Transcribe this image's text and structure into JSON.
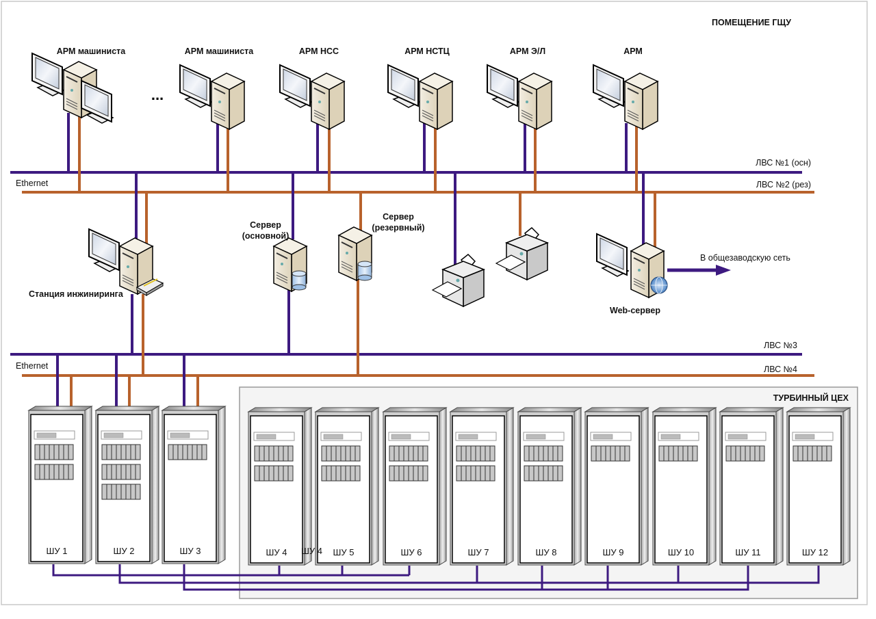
{
  "colors": {
    "lan_primary": "#3d1a80",
    "lan_reserve": "#b8622c",
    "zone_fill": "#f4f4f4"
  },
  "zones": {
    "control_room": "ПОМЕЩЕНИЕ ГЩУ",
    "turbine_hall": "ТУРБИННЫЙ ЦЕХ"
  },
  "workstations": [
    {
      "label": "АРМ машиниста"
    },
    {
      "label": "АРМ машиниста"
    },
    {
      "label": "АРМ НСС"
    },
    {
      "label": "АРМ НСТЦ"
    },
    {
      "label": "АРМ Э/Л"
    },
    {
      "label": "АРМ"
    }
  ],
  "ellipsis": "...",
  "networks": {
    "ethernet_top": "Ethernet",
    "ethernet_bottom": "Ethernet",
    "lan1": "ЛВС №1 (осн)",
    "lan2": "ЛВС №2 (рез)",
    "lan3": "ЛВС №3",
    "lan4": "ЛВС №4"
  },
  "servers": {
    "main_line1": "Сервер",
    "main_line2": "(основной)",
    "reserve_line1": "Сервер",
    "reserve_line2": "(резервный)",
    "engineering": "Станция инжиниринга",
    "web": "Web-сервер",
    "external": "В общезаводскую сеть"
  },
  "cabinets": [
    {
      "label": "ШУ 1",
      "modules": 2
    },
    {
      "label": "ШУ 2",
      "modules": 3
    },
    {
      "label": "ШУ 3",
      "modules": 1
    },
    {
      "label": "ШУ 4",
      "modules": 2
    },
    {
      "label": "ШУ 5",
      "modules": 2
    },
    {
      "label": "ШУ 6",
      "modules": 2
    },
    {
      "label": "ШУ 7",
      "modules": 2
    },
    {
      "label": "ШУ 8",
      "modules": 2
    },
    {
      "label": "ШУ 9",
      "modules": 1
    },
    {
      "label": "ШУ 10",
      "modules": 1
    },
    {
      "label": "ШУ 11",
      "modules": 1
    },
    {
      "label": "ШУ 12",
      "modules": 1
    }
  ],
  "ghost_label": "ШУ 4"
}
